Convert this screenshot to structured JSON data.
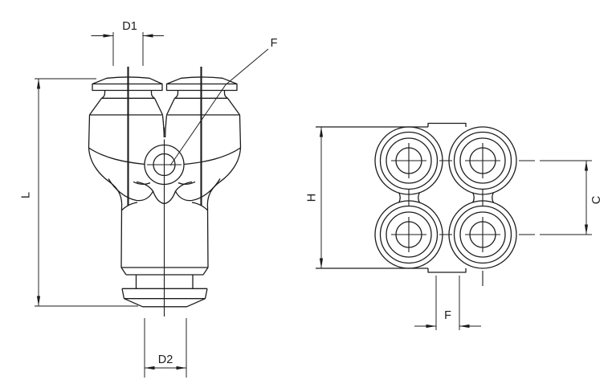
{
  "drawing": {
    "type": "technical-dimension-drawing",
    "subject": "pneumatic double-Y union push-in fitting, two orthographic views",
    "background_color": "#ffffff",
    "line_color": "#1c1c1c",
    "front_view": {
      "dims": {
        "d1": "D1",
        "f": "F",
        "l": "L",
        "d2": "D2"
      }
    },
    "side_view": {
      "dims": {
        "h": "H",
        "c": "C",
        "f": "F"
      }
    }
  }
}
